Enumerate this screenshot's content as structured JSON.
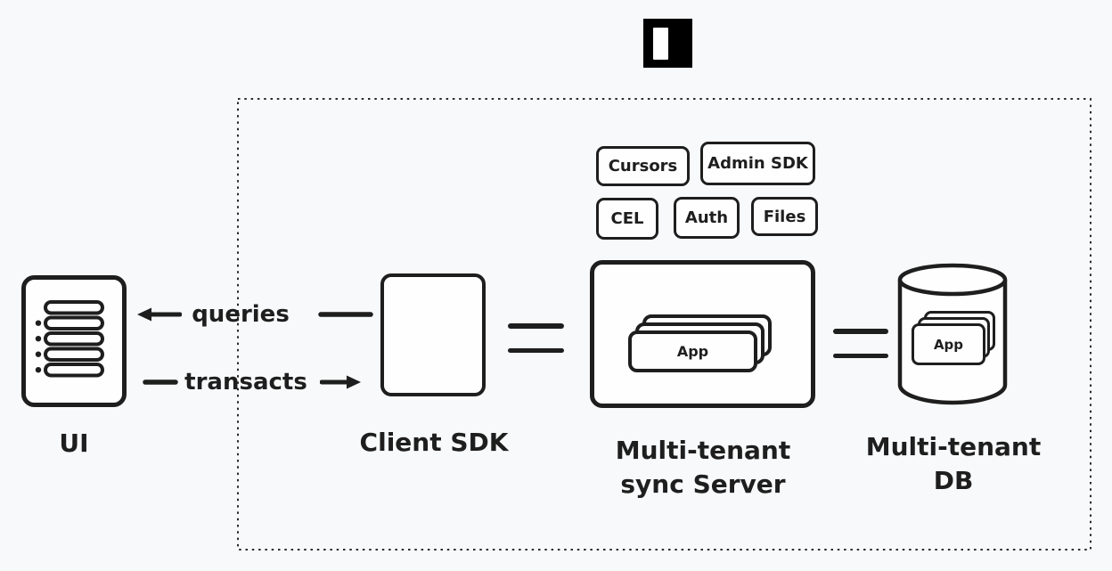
{
  "colors": {
    "background": "#f8f9fa",
    "ink": "#1e1e1e",
    "node_fill": "#fefefe",
    "logo_black": "#000000",
    "logo_white": "#ffffff"
  },
  "logo": {
    "icon": "instant-logo"
  },
  "boundary": {
    "style": "dotted-rectangle"
  },
  "badges": [
    {
      "label": "Cursors"
    },
    {
      "label": "Admin SDK"
    },
    {
      "label": "CEL"
    },
    {
      "label": "Auth"
    },
    {
      "label": "Files"
    }
  ],
  "nodes": {
    "ui": {
      "label": "UI",
      "icon": "list-icon"
    },
    "client_sdk": {
      "label": "Client SDK"
    },
    "sync_server": {
      "label_line1": "Multi-tenant",
      "label_line2": "sync Server",
      "card_label": "App",
      "icon": "app-card-stack"
    },
    "db": {
      "label_line1": "Multi-tenant",
      "label_line2": "DB",
      "card_label": "App",
      "icon": "database-cylinder"
    }
  },
  "edges": {
    "queries": {
      "label": "queries",
      "arrow": "left"
    },
    "transacts": {
      "label": "transacts",
      "arrow": "right"
    }
  }
}
